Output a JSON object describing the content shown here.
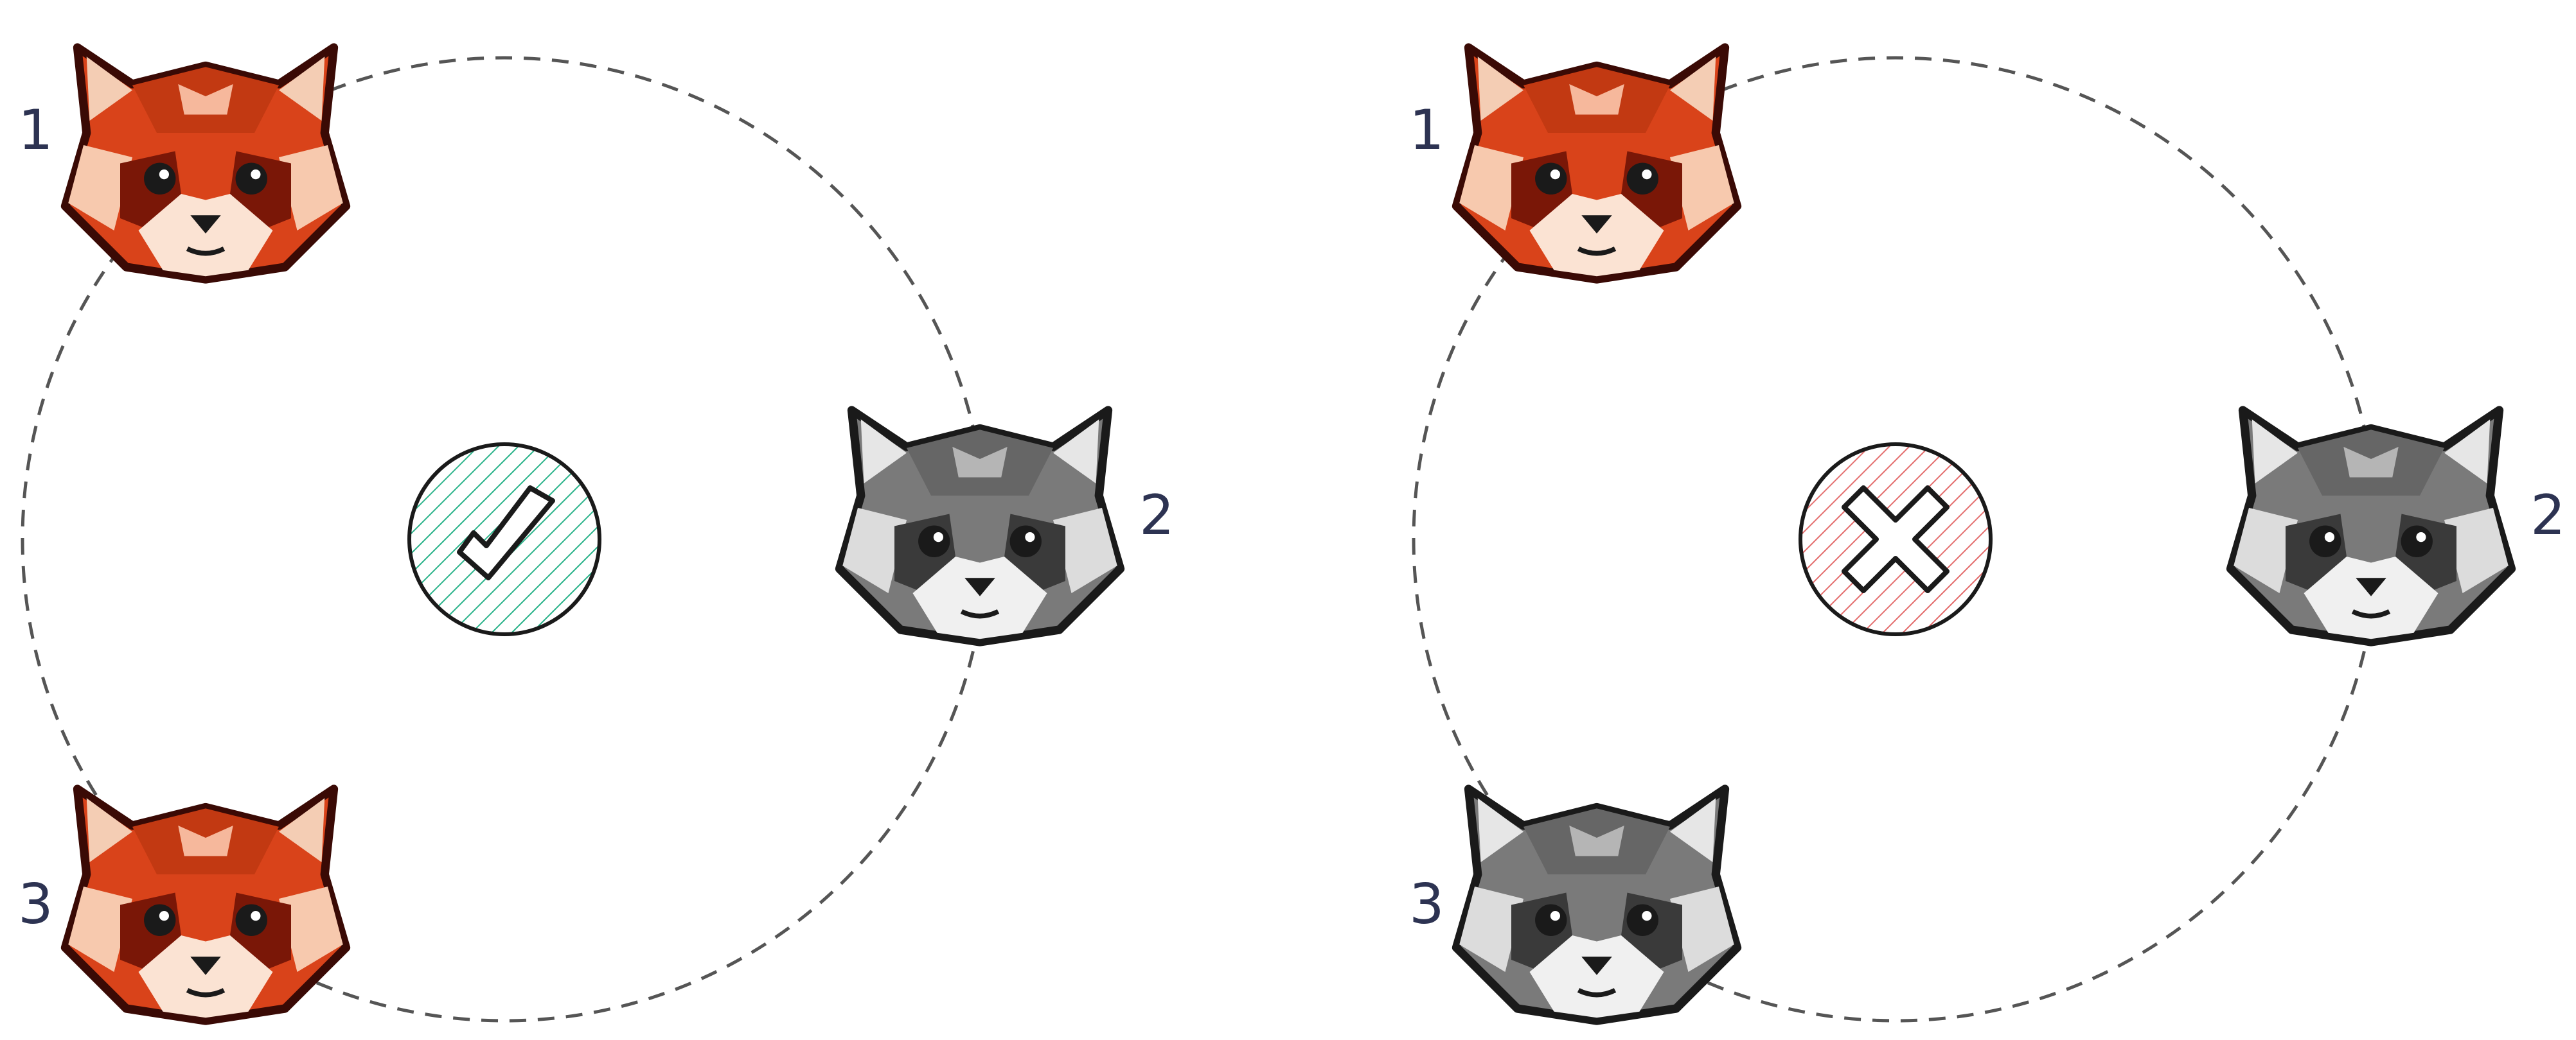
{
  "diagrams": [
    {
      "name": "left",
      "status": "ok",
      "status_icon": "check-icon",
      "status_color": "#2bb38a",
      "nodes": [
        {
          "label": "1",
          "state": "active",
          "color": "#d9431a"
        },
        {
          "label": "2",
          "state": "inactive",
          "color": "#7a7a7a"
        },
        {
          "label": "3",
          "state": "active",
          "color": "#d9431a"
        }
      ]
    },
    {
      "name": "right",
      "status": "fail",
      "status_icon": "cross-icon",
      "status_color": "#e36d6d",
      "nodes": [
        {
          "label": "1",
          "state": "active",
          "color": "#d9431a"
        },
        {
          "label": "2",
          "state": "inactive",
          "color": "#7a7a7a"
        },
        {
          "label": "3",
          "state": "inactive",
          "color": "#7a7a7a"
        }
      ]
    }
  ],
  "colors": {
    "edge": "#555555",
    "label": "#2d3352",
    "outline": "#1a1a1a",
    "panda_red": "#d9431a",
    "panda_grey": "#7a7a7a"
  }
}
